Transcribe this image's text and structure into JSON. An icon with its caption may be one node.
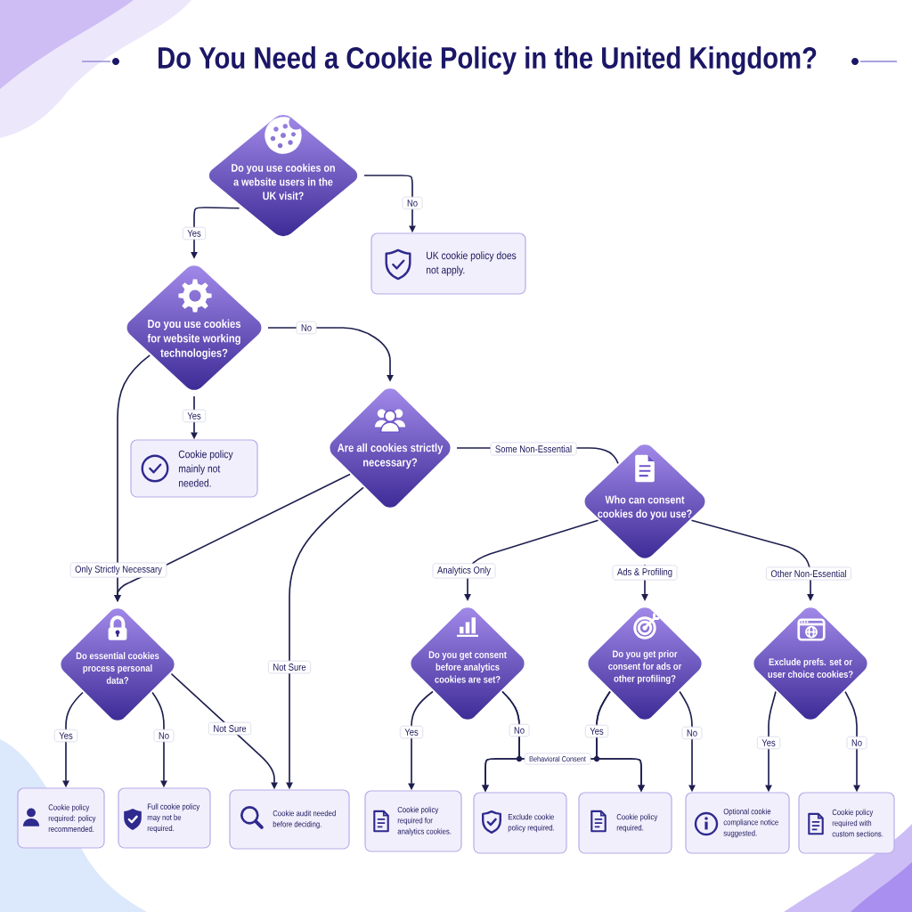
{
  "diagram": {
    "title": "Do You Need a Cookie Policy in the United Kingdom?",
    "nodes": [
      {
        "text": [
          "Do you use cookies on a website users in the UK visit?"
        ]
      },
      {
        "text": [
          "UK cookie policy does not apply."
        ]
      },
      {
        "text": [
          "Do you use cookies for website working technologies?"
        ]
      },
      {
        "text": [
          "Cookie policy mainly not needed."
        ]
      },
      {
        "text": [
          "Are all cookies strictly necessary?"
        ]
      },
      {
        "text": [
          "Who can consent cookies do you use?"
        ]
      },
      {
        "text": [
          "Do essential cookies process personal data?"
        ]
      },
      {
        "text": [
          "Do you get consent before analytics cookies are set?"
        ]
      },
      {
        "text": [
          "Do you get prior consent for ads or other profiling?"
        ]
      },
      {
        "text": [
          "Exclude prefs. set or user choice cookies?"
        ]
      },
      {
        "text": [
          "Cookie policy required: policy recommended."
        ]
      },
      {
        "text": [
          "Full cookie policy may not be required."
        ]
      },
      {
        "text": [
          "Cookie audit needed before deciding."
        ]
      },
      {
        "text": [
          "Cookie policy required for analytics cookies."
        ]
      },
      {
        "text": [
          "Exclude cookie policy required."
        ]
      },
      {
        "text": [
          "Cookie policy required."
        ]
      },
      {
        "text": [
          "Optional cookie compliance notice suggested."
        ]
      },
      {
        "text": [
          "Cookie policy required with custom sections."
        ]
      }
    ],
    "edges": [
      {
        "from": 0,
        "to": 2,
        "arrow": "to",
        "label": "Yes"
      },
      {
        "from": 0,
        "to": 1,
        "arrow": "to",
        "label": "No"
      },
      {
        "from": 2,
        "to": 4,
        "arrow": "to",
        "label": "No"
      },
      {
        "from": 2,
        "to": 3,
        "arrow": "to",
        "label": "Yes"
      },
      {
        "from": 2,
        "to": 6,
        "arrow": "to"
      },
      {
        "from": 4,
        "to": 6,
        "arrow": "to",
        "label": "Only Strictly Necessary"
      },
      {
        "from": 4,
        "to": 12,
        "arrow": "to",
        "label": "Not Sure"
      },
      {
        "from": 4,
        "to": 5,
        "arrow": "none",
        "label": "Some Non-Essential"
      },
      {
        "from": 5,
        "to": 7,
        "arrow": "to",
        "label": "Analytics Only"
      },
      {
        "from": 5,
        "to": 8,
        "arrow": "to",
        "label": "Ads & Profiling"
      },
      {
        "from": 5,
        "to": 9,
        "arrow": "to",
        "label": "Other Non-Essential"
      },
      {
        "from": 6,
        "to": 10,
        "arrow": "to",
        "label": "Yes"
      },
      {
        "from": 6,
        "to": 11,
        "arrow": "to",
        "label": "No"
      },
      {
        "from": 6,
        "to": 12,
        "arrow": "to",
        "label": "Not Sure"
      },
      {
        "from": 7,
        "to": 13,
        "arrow": "to",
        "label": "Yes"
      },
      {
        "from": 7,
        "to": 14,
        "arrow": "to",
        "label": "No"
      },
      {
        "from": 7,
        "to": 15,
        "arrow": "to",
        "label": "Behavioral Consent"
      },
      {
        "from": 8,
        "to": 14,
        "arrow": "to"
      },
      {
        "from": 8,
        "to": 15,
        "arrow": "to",
        "label": "Yes"
      },
      {
        "from": 8,
        "to": 16,
        "arrow": "to",
        "label": "No"
      },
      {
        "from": 9,
        "to": 16,
        "arrow": "to",
        "label": "Yes"
      },
      {
        "from": 9,
        "to": 17,
        "arrow": "to",
        "label": "No"
      }
    ]
  }
}
